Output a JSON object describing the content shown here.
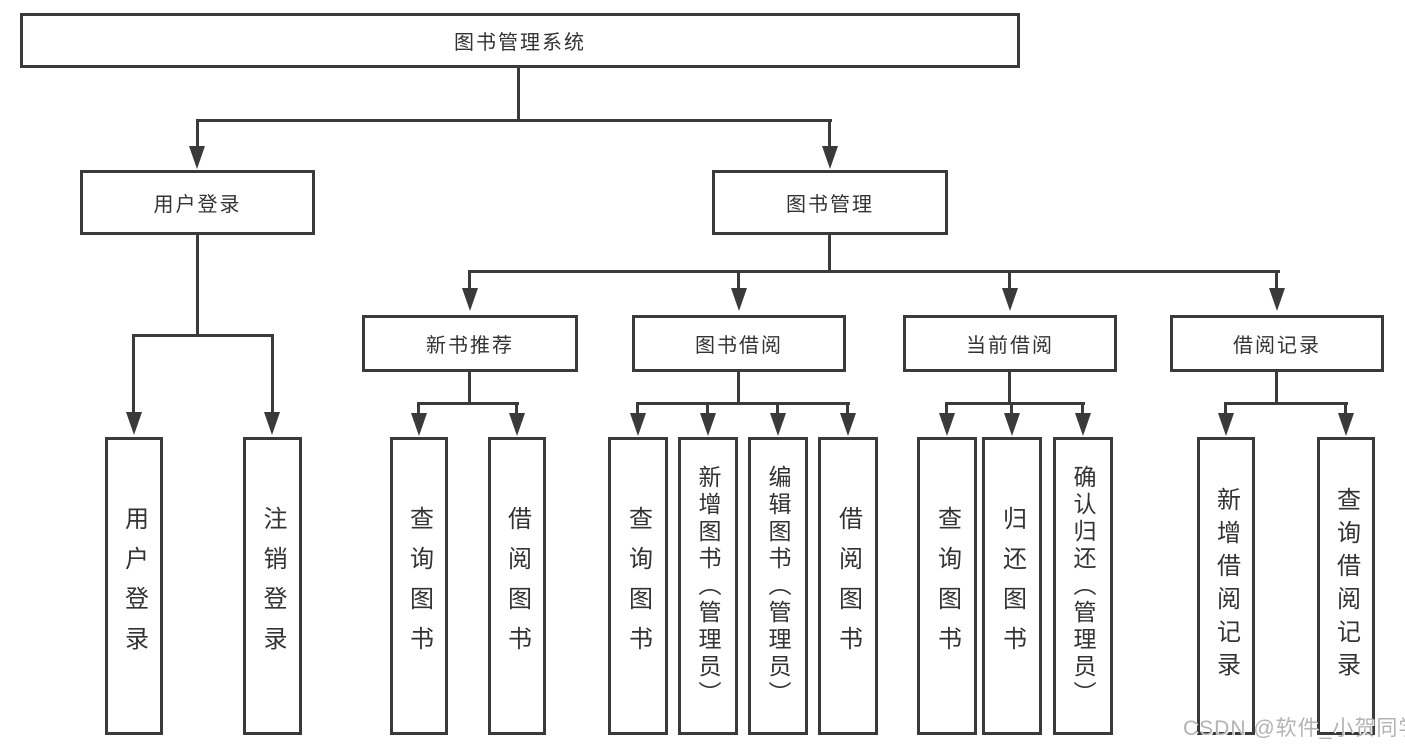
{
  "diagram": {
    "root": "图书管理系统",
    "level2": {
      "user_login": "用户登录",
      "book_mgmt": "图书管理"
    },
    "level3": {
      "new_book_rec": "新书推荐",
      "book_borrow": "图书借阅",
      "current_borrow": "当前借阅",
      "borrow_records": "借阅记录"
    },
    "leaves": {
      "login": "用户登录",
      "logout": "注销登录",
      "rec_query_book": "查询图书",
      "rec_borrow_book": "借阅图书",
      "bb_query_book": "查询图书",
      "bb_add_book": "新增图书（管理员）",
      "bb_edit_book": "编辑图书（管理员）",
      "bb_borrow_book": "借阅图书",
      "cur_query_book": "查询图书",
      "cur_return_book": "归还图书",
      "cur_confirm_return": "确认归还（管理员）",
      "br_add_record": "新增借阅记录",
      "br_query_record": "查询借阅记录"
    },
    "watermark": "CSDN @软件_小贺同学",
    "colors": {
      "line": "#3a3a3a",
      "text": "#333333",
      "watermark": "#b3b3b3",
      "background": "#ffffff"
    }
  }
}
